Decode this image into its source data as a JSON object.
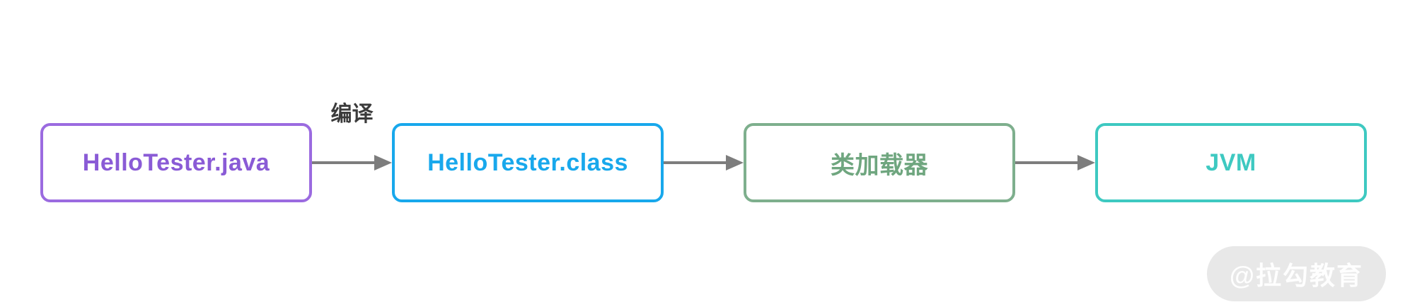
{
  "diagram": {
    "nodes": [
      {
        "label": "HelloTester.java",
        "border_color": "#9B6BE0",
        "text_color": "#8A5BD6"
      },
      {
        "label": "HelloTester.class",
        "border_color": "#18A8EC",
        "text_color": "#18A8EC"
      },
      {
        "label": "类加载器",
        "border_color": "#7EAF8D",
        "text_color": "#6FA67F"
      },
      {
        "label": "JVM",
        "border_color": "#3EC9C1",
        "text_color": "#3EC9C1"
      }
    ],
    "edges": [
      {
        "label": "编译"
      },
      {
        "label": ""
      },
      {
        "label": ""
      }
    ],
    "arrow_color": "#7d7d7d",
    "edge_label_color": "#3b3b3b"
  },
  "watermark": {
    "text": "@拉勾教育",
    "background": "#e8e8e8",
    "text_color": "#ffffff"
  }
}
